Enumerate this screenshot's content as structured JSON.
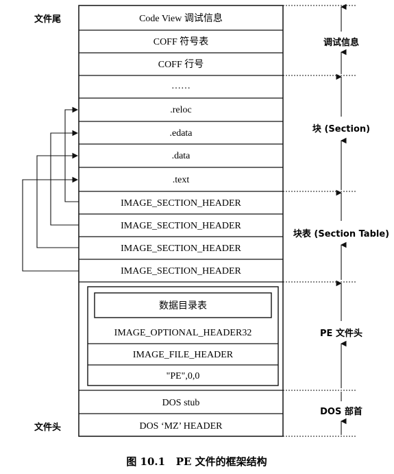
{
  "left_labels": {
    "file_tail": "文件尾",
    "file_head": "文件头"
  },
  "rows": {
    "codeview": "Code View 调试信息",
    "coff_symbols": "COFF 符号表",
    "coff_lines": "COFF 行号",
    "ellipsis": "……",
    "reloc": ".reloc",
    "edata": ".edata",
    "data": ".data",
    "text": ".text",
    "section_header": "IMAGE_SECTION_HEADER",
    "data_directory": "数据目录表",
    "optional_header": "IMAGE_OPTIONAL_HEADER32",
    "file_header": "IMAGE_FILE_HEADER",
    "pe_signature": "\"PE\",0,0",
    "dos_stub": "DOS stub",
    "dos_header": "DOS ‘MZ’ HEADER"
  },
  "right_labels": {
    "debug_info": "调试信息",
    "sections": "块 (Section)",
    "section_table": "块表 (Section Table)",
    "pe_header": "PE 文件头",
    "dos_header": "DOS 部首"
  },
  "caption": "图 10.1   PE 文件的框架结构"
}
